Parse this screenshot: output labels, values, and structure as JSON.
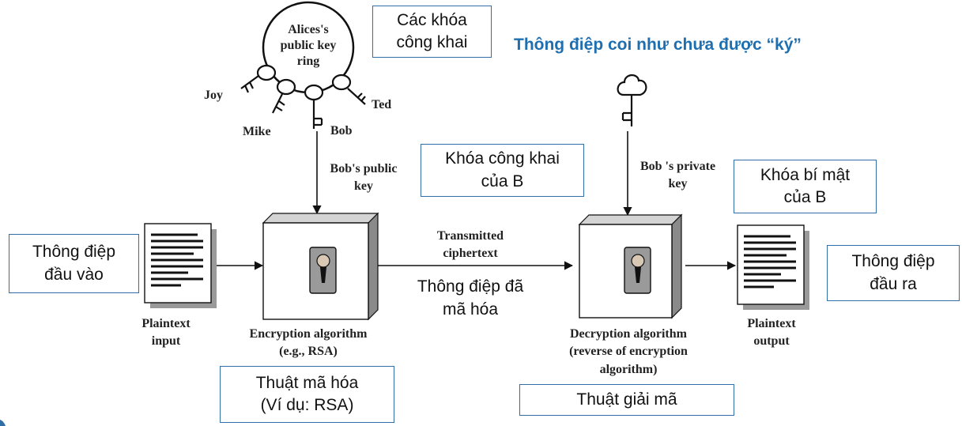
{
  "title": "Thông điệp coi như chưa được “ký”",
  "ring": {
    "label": "Alices's\npublic key\nring",
    "keys": [
      "Joy",
      "Mike",
      "Bob",
      "Ted"
    ]
  },
  "english": {
    "bob_public_key": "Bob's public\nkey",
    "bob_private_key": "Bob 's private\nkey",
    "transmitted": "Transmitted\nciphertext",
    "plaintext_input": "Plaintext\ninput",
    "encryption": "Encryption algorithm\n(e.g., RSA)",
    "decryption": "Decryption algorithm\n(reverse of encryption\nalgorithm)",
    "plaintext_output": "Plaintext\noutput"
  },
  "vietnamese": {
    "public_keys": "Các khóa\ncông khai",
    "b_public_key": "Khóa công khai\ncủa B",
    "b_private_key": "Khóa bí mật\ncủa B",
    "input_message": "Thông điệp\nđầu vào",
    "output_message": "Thông điệp\nđầu ra",
    "encrypted_message": "Thông điệp đã\nmã hóa",
    "encryption_alg": "Thuật mã hóa\n(Ví dụ: RSA)",
    "decryption_alg": "Thuật giải mã"
  },
  "colors": {
    "accent": "#1f6fb0",
    "box_border": "#2f6ea6"
  }
}
